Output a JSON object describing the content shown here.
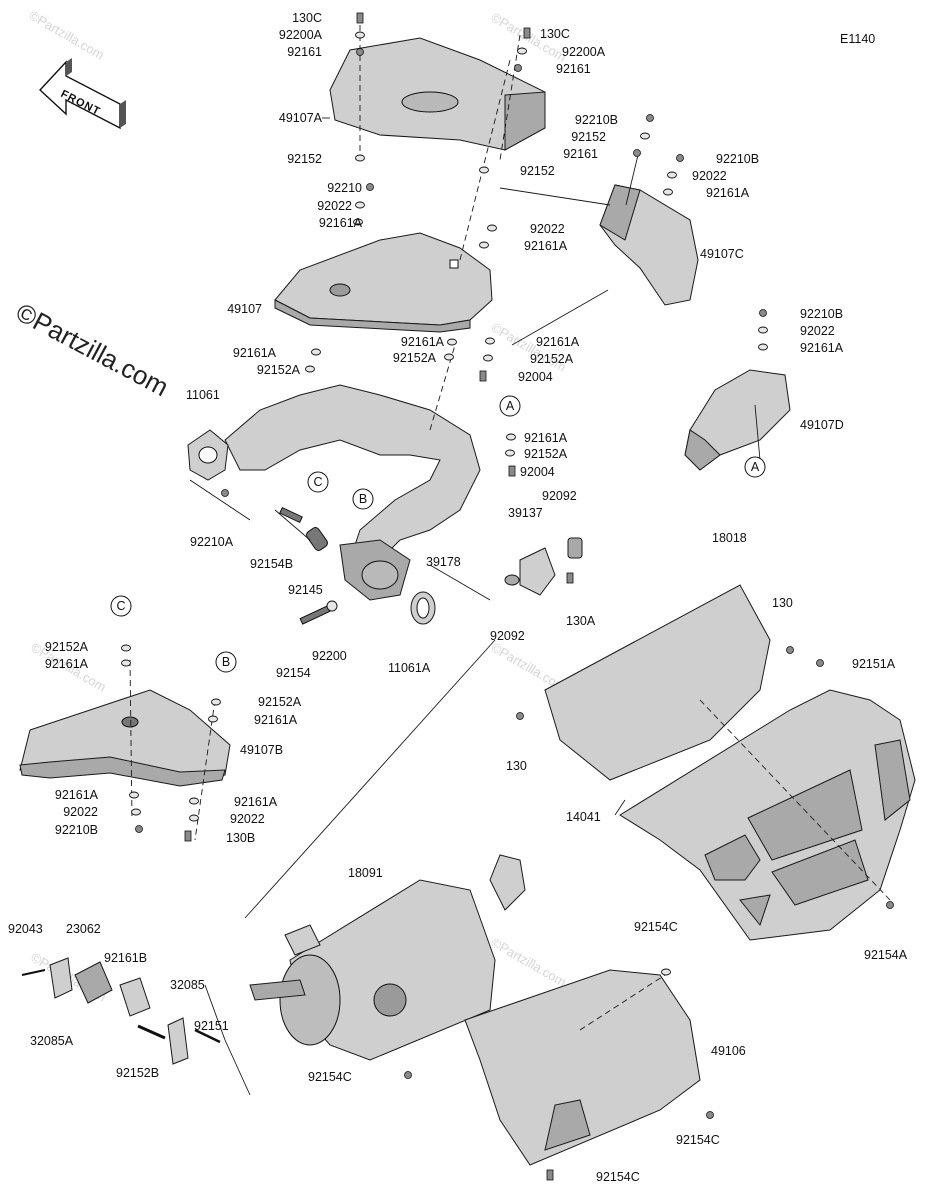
{
  "diagram": {
    "code": "E1140",
    "watermark": "©Partzilla.com",
    "watermark_small": "©Partzilla.com",
    "front_label": "FRONT",
    "callouts": [
      "A",
      "B",
      "C",
      "C",
      "B",
      "A"
    ],
    "labels": [
      "130C",
      "92200A",
      "92161",
      "49107A",
      "92152",
      "130C",
      "92200A",
      "92161",
      "92210B",
      "92152",
      "92161",
      "92210B",
      "92022",
      "92161A",
      "92152",
      "92210",
      "92022",
      "92161A",
      "92022",
      "92161A",
      "49107C",
      "49107",
      "92161A",
      "92152A",
      "92161A",
      "92152A",
      "92161A",
      "92152A",
      "92004",
      "92210B",
      "92022",
      "92161A",
      "49107D",
      "11061",
      "92161A",
      "92152A",
      "92004",
      "92092",
      "39137",
      "92210A",
      "92154B",
      "92145",
      "39178",
      "18018",
      "92200",
      "92154",
      "11061A",
      "92092",
      "130A",
      "130",
      "92151A",
      "130",
      "92152A",
      "92161A",
      "92152A",
      "92161A",
      "49107B",
      "92161A",
      "92022",
      "92210B",
      "92161A",
      "92022",
      "130B",
      "14041",
      "18091",
      "92154A",
      "92154C",
      "92043",
      "23062",
      "92161B",
      "32085",
      "92151",
      "32085A",
      "92152B",
      "49106",
      "92154C",
      "92154C",
      "92154C"
    ]
  }
}
